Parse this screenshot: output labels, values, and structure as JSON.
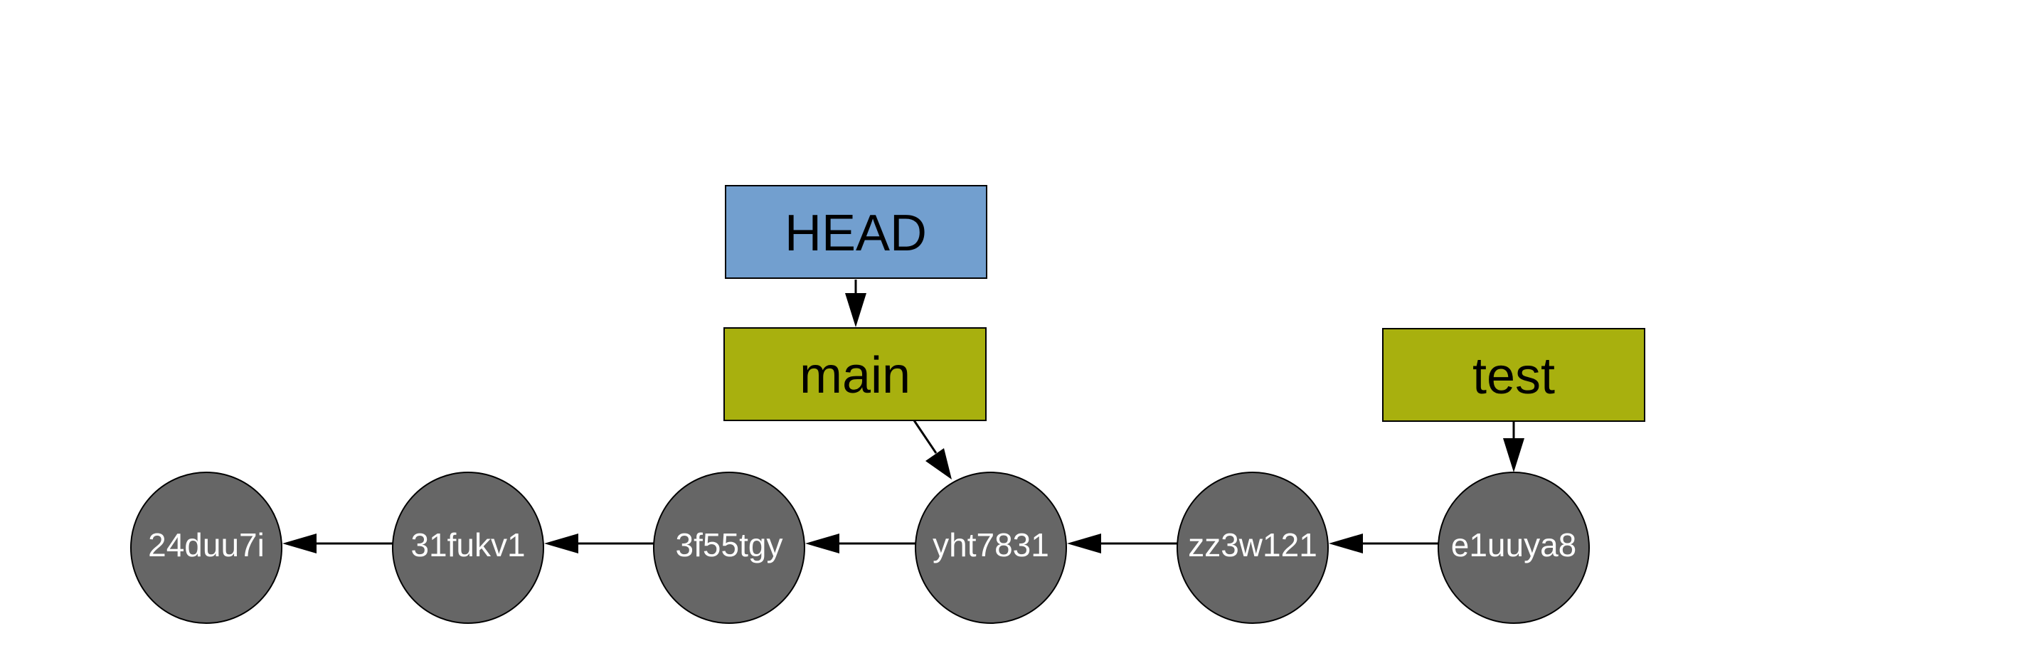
{
  "colors": {
    "head_fill": "#729fcf",
    "branch_fill": "#a8b00e",
    "commit_fill": "#666666",
    "commit_text": "#ffffff",
    "edge": "#000000"
  },
  "refs": {
    "head": {
      "label": "HEAD"
    },
    "main": {
      "label": "main"
    },
    "test": {
      "label": "test"
    }
  },
  "commits": [
    {
      "id": "24duu7i"
    },
    {
      "id": "31fukv1"
    },
    {
      "id": "3f55tgy"
    },
    {
      "id": "yht7831"
    },
    {
      "id": "zz3w121"
    },
    {
      "id": "e1uuya8"
    }
  ]
}
